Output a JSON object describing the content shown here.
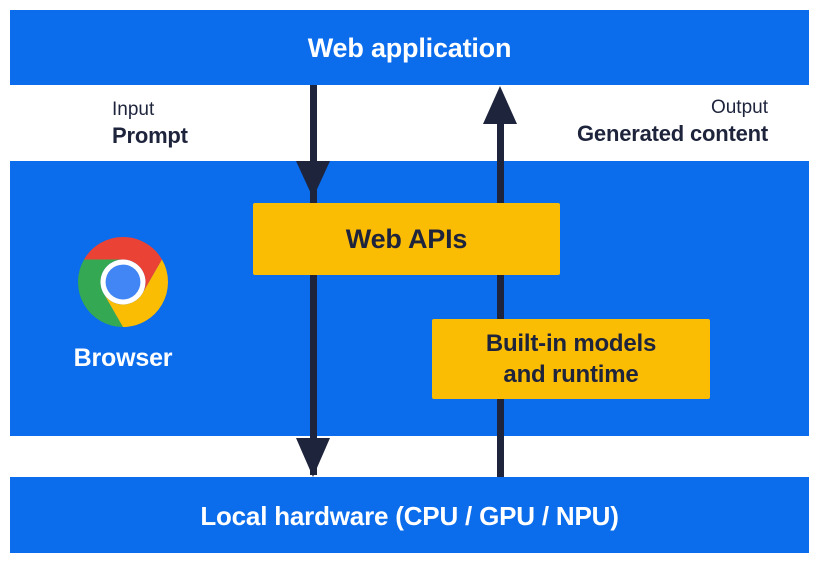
{
  "top_bar": {
    "label": "Web application"
  },
  "annotations": {
    "input": {
      "caption": "Input",
      "value": "Prompt"
    },
    "output": {
      "caption": "Output",
      "value": "Generated content"
    }
  },
  "browser_panel": {
    "label": "Browser",
    "web_apis_label": "Web APIs",
    "builtin_models_line1": "Built-in models",
    "builtin_models_line2": "and runtime"
  },
  "hardware_bar": {
    "label": "Local hardware (CPU / GPU / NPU)"
  },
  "arrows": {
    "down_arrow_direction": "down",
    "up_arrow_direction": "up"
  },
  "icons": {
    "browser": "chrome-logo-icon"
  },
  "colors": {
    "panel_blue": "#0B6CEC",
    "box_yellow": "#FBBC04",
    "ink_navy": "#1E243C",
    "text_white": "#FFFFFF",
    "chrome_red": "#EA4335",
    "chrome_green": "#34A853",
    "chrome_yellow": "#FBBC04",
    "chrome_blue": "#4285F4"
  }
}
